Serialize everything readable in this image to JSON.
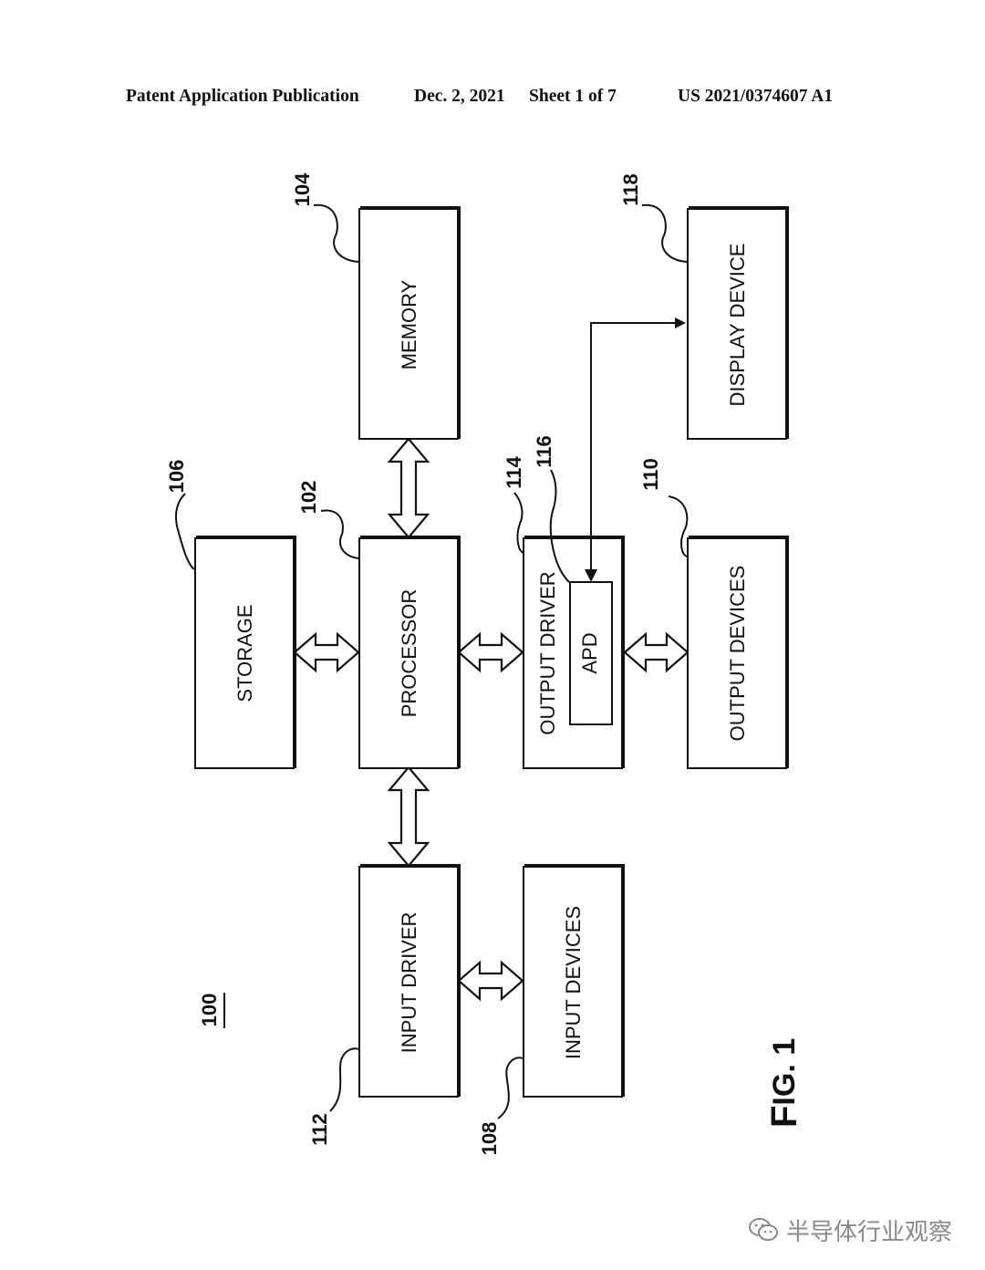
{
  "header": {
    "publication": "Patent Application Publication",
    "date": "Dec. 2, 2021",
    "sheet": "Sheet 1 of 7",
    "number": "US 2021/0374607 A1"
  },
  "figure": {
    "system_ref": "100",
    "caption_prefix": "F",
    "caption_rest": "IG. 1",
    "blocks": {
      "storage": {
        "label": "STORAGE",
        "ref": "106"
      },
      "processor": {
        "label": "PROCESSOR",
        "ref": "102"
      },
      "memory": {
        "label": "MEMORY",
        "ref": "104"
      },
      "output_driver": {
        "label": "OUTPUT DRIVER",
        "ref": "114"
      },
      "apd": {
        "label": "APD",
        "ref": "116"
      },
      "display_device": {
        "label": "DISPLAY DEVICE",
        "ref": "118"
      },
      "output_devices": {
        "label": "OUTPUT DEVICES",
        "ref": "110"
      },
      "input_driver": {
        "label": "INPUT DRIVER",
        "ref": "112"
      },
      "input_devices": {
        "label": "INPUT DEVICES",
        "ref": "108"
      }
    },
    "connections": [
      {
        "from": "STORAGE",
        "to": "PROCESSOR",
        "type": "bidirectional"
      },
      {
        "from": "PROCESSOR",
        "to": "MEMORY",
        "type": "bidirectional"
      },
      {
        "from": "PROCESSOR",
        "to": "OUTPUT DRIVER",
        "type": "bidirectional"
      },
      {
        "from": "PROCESSOR",
        "to": "INPUT DRIVER",
        "type": "bidirectional"
      },
      {
        "from": "OUTPUT DRIVER",
        "to": "OUTPUT DEVICES",
        "type": "bidirectional"
      },
      {
        "from": "INPUT DRIVER",
        "to": "INPUT DEVICES",
        "type": "bidirectional"
      },
      {
        "from": "APD",
        "to": "DISPLAY DEVICE",
        "type": "bidirectional"
      }
    ]
  },
  "watermark": {
    "text": "半导体行业观察",
    "icon": "wechat-icon"
  }
}
